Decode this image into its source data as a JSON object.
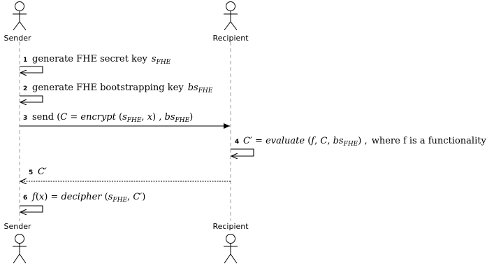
{
  "actors": {
    "left": "Sender",
    "right": "Recipient"
  },
  "messages": [
    {
      "num": "1",
      "text": "generate FHE secret key",
      "math_base": "s",
      "math_sub": "FHE"
    },
    {
      "num": "2",
      "text": "generate FHE bootstrapping key",
      "math_base": "bs",
      "math_sub": "FHE"
    },
    {
      "num": "3",
      "text": "send",
      "math": "(C = encrypt (s_FHE, x) , bs_FHE)"
    },
    {
      "num": "4",
      "math": "C′ = evaluate (f, C, bs_FHE) ,",
      "text": "where f is a functionality"
    },
    {
      "num": "5",
      "math": "C′"
    },
    {
      "num": "6",
      "math": "f(x) = decipher (s_FHE, C′)"
    }
  ]
}
